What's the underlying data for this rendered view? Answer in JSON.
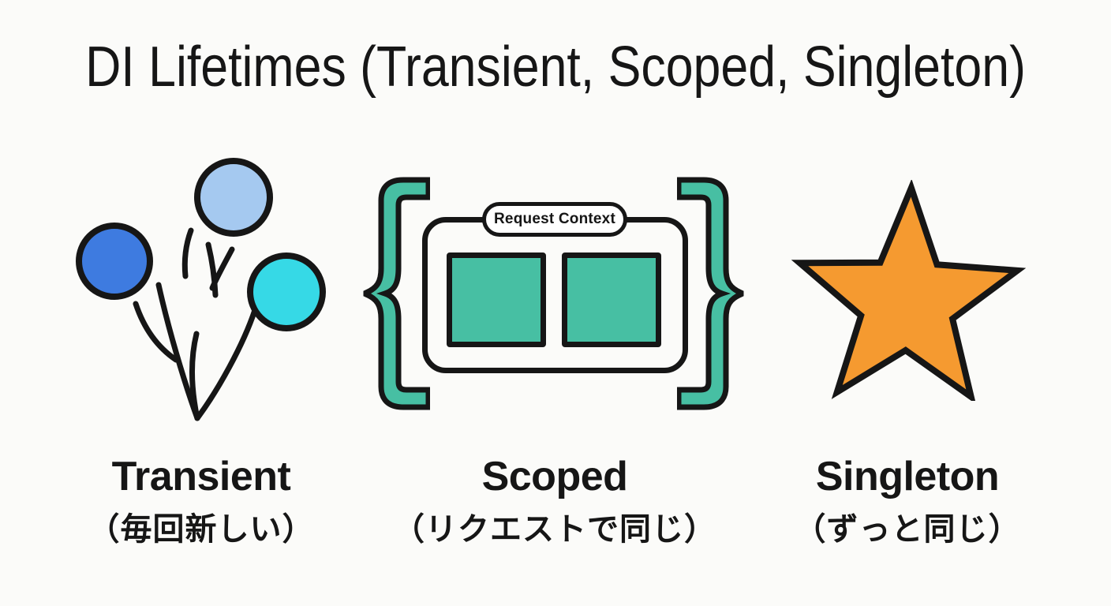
{
  "title": "DI Lifetimes (Transient, Scoped, Singleton)",
  "colors": {
    "background": "#FBFBF9",
    "ink": "#161616",
    "blue": "#3E7BE0",
    "light_blue": "#A5C9F0",
    "cyan": "#36D9E6",
    "teal": "#47BFA3",
    "orange": "#F59A30"
  },
  "items": [
    {
      "id": "transient",
      "label": "Transient",
      "sublabel": "（毎回新しい）",
      "icon": "balloons-icon"
    },
    {
      "id": "scoped",
      "label": "Scoped",
      "sublabel": "（リクエストで同じ）",
      "icon": "request-scope-icon",
      "badge": "Request Context"
    },
    {
      "id": "singleton",
      "label": "Singleton",
      "sublabel": "（ずっと同じ）",
      "icon": "star-icon"
    }
  ]
}
